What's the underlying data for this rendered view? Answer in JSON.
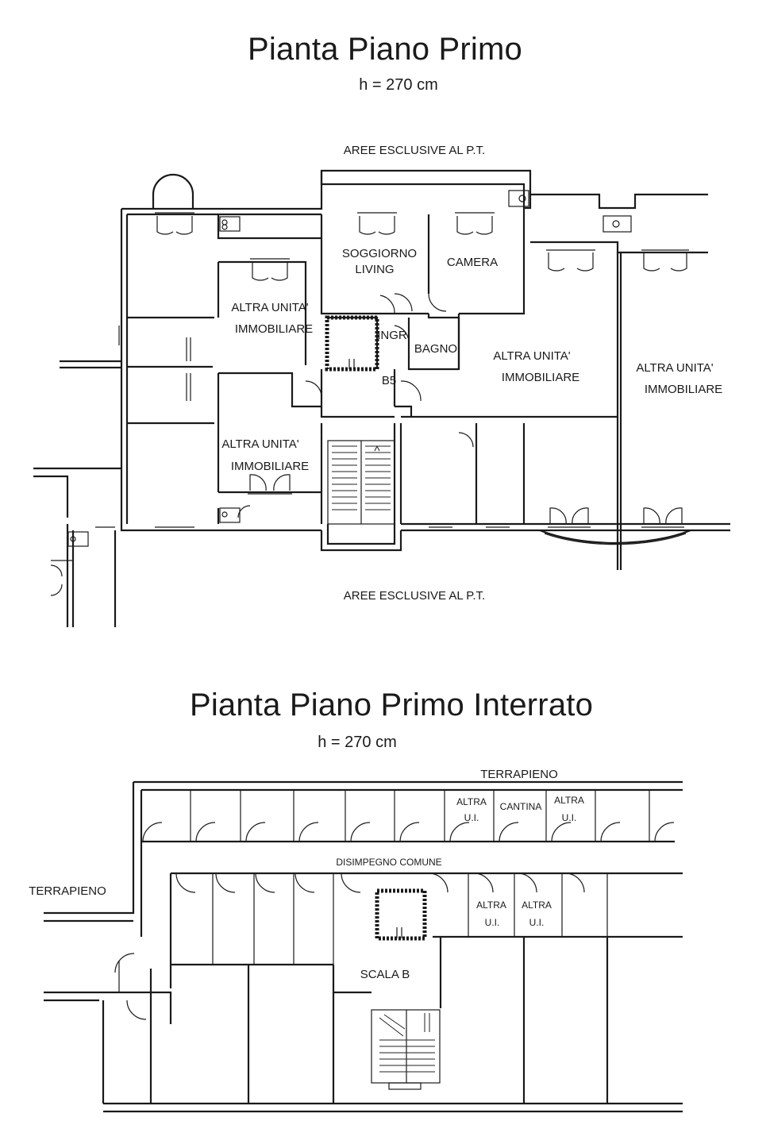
{
  "plan_top": {
    "title": "Pianta Piano Primo",
    "height_note": "h = 270 cm",
    "labels": {
      "aree_top": "AREE ESCLUSIVE AL P.T.",
      "aree_bottom": "AREE ESCLUSIVE AL P.T.",
      "soggiorno": "SOGGIORNO",
      "living": "LIVING",
      "camera": "CAMERA",
      "ingr": "INGR",
      "bagno": "BAGNO",
      "b5": "B5",
      "altra1_a": "ALTRA UNITA'",
      "altra1_b": "IMMOBILIARE",
      "altra2_a": "ALTRA UNITA'",
      "altra2_b": "IMMOBILIARE",
      "altra3_a": "ALTRA UNITA'",
      "altra3_b": "IMMOBILIARE",
      "altra4_a": "ALTRA UNITA'",
      "altra4_b": "IMMOBILIARE"
    }
  },
  "plan_bottom": {
    "title": "Pianta Piano Primo Interrato",
    "height_note": "h = 270 cm",
    "labels": {
      "terrapieno_top": "TERRAPIENO",
      "terrapieno_left": "TERRAPIENO",
      "disimpegno": "DISIMPEGNO COMUNE",
      "scala": "SCALA B",
      "cantina": "CANTINA",
      "altra": "ALTRA",
      "ui": "U.I."
    }
  }
}
